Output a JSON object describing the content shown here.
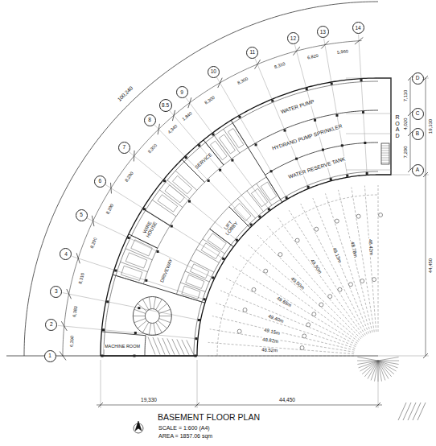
{
  "diagram": {
    "title": "BASEMENT FLOOR PLAN",
    "nodes": [
      {
        "text": [
          "1"
        ]
      },
      {
        "text": [
          "2"
        ]
      },
      {
        "text": [
          "3"
        ]
      },
      {
        "text": [
          "4"
        ]
      },
      {
        "text": [
          "5"
        ]
      },
      {
        "text": [
          "6"
        ]
      },
      {
        "text": [
          "7"
        ]
      },
      {
        "text": [
          "8"
        ]
      },
      {
        "text": [
          "8.5"
        ]
      },
      {
        "text": [
          "9"
        ]
      },
      {
        "text": [
          "10"
        ]
      },
      {
        "text": [
          "11"
        ]
      },
      {
        "text": [
          "12"
        ]
      },
      {
        "text": [
          "13"
        ]
      },
      {
        "text": [
          "14"
        ]
      },
      {
        "text": [
          "D"
        ]
      },
      {
        "text": [
          "C"
        ]
      },
      {
        "text": [
          "B"
        ]
      },
      {
        "text": [
          "A"
        ]
      }
    ],
    "labels": [
      "100,240",
      "6,390",
      "6,380",
      "8,310",
      "8,290",
      "8,290",
      "8,290",
      "8,300",
      "4,340",
      "1,840",
      "8,300",
      "8,300",
      "8,310",
      "6,820",
      "5,960",
      "7,110",
      "4,020",
      "7,200",
      "19,330",
      "ROAD",
      "44,450",
      "19,330",
      "44,450",
      "WATER PUMP",
      "HYDRAND PUMP SPRINKLER",
      "WATER RESERVE TANK",
      "SERVICE",
      "WIRE HOUSE",
      "LIFT LOBBY",
      "DRIVEWAY",
      "MACHINE ROOM",
      "48.52m",
      "48.82m",
      "49.15m",
      "49.40m",
      "49.65m",
      "49.50m",
      "49.30m",
      "49.13m",
      "48.78m",
      "48.42m",
      "SCALE = 1:600 (A4)",
      "AREA = 1857.06 sqm"
    ]
  }
}
